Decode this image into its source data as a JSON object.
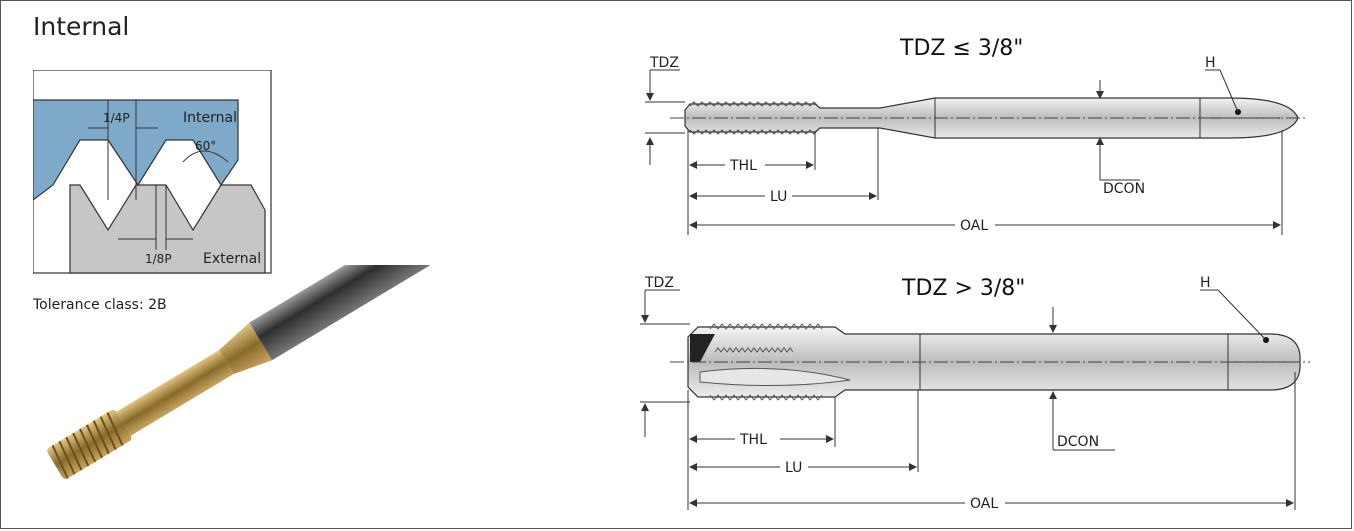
{
  "heading": "Internal",
  "tolerance": "Tolerance class: 2B",
  "thread_profile": {
    "top_dim": "1/4P",
    "bottom_dim": "1/8P",
    "angle": "60°",
    "internal_label": "Internal",
    "external_label": "External"
  },
  "diagram_small": {
    "title": "TDZ ≤ 3/8\"",
    "tdz": "TDZ",
    "h": "H",
    "thl": "THL",
    "lu": "LU",
    "oal": "OAL",
    "dcon": "DCON"
  },
  "diagram_large": {
    "title": "TDZ > 3/8\"",
    "tdz": "TDZ",
    "h": "H",
    "thl": "THL",
    "lu": "LU",
    "oal": "OAL",
    "dcon": "DCON"
  },
  "colors": {
    "internal_fill": "#7fa9c9",
    "external_fill": "#c6c6c6",
    "tool_gold": "#b08a3c",
    "tool_dark": "#3a3a3a"
  }
}
